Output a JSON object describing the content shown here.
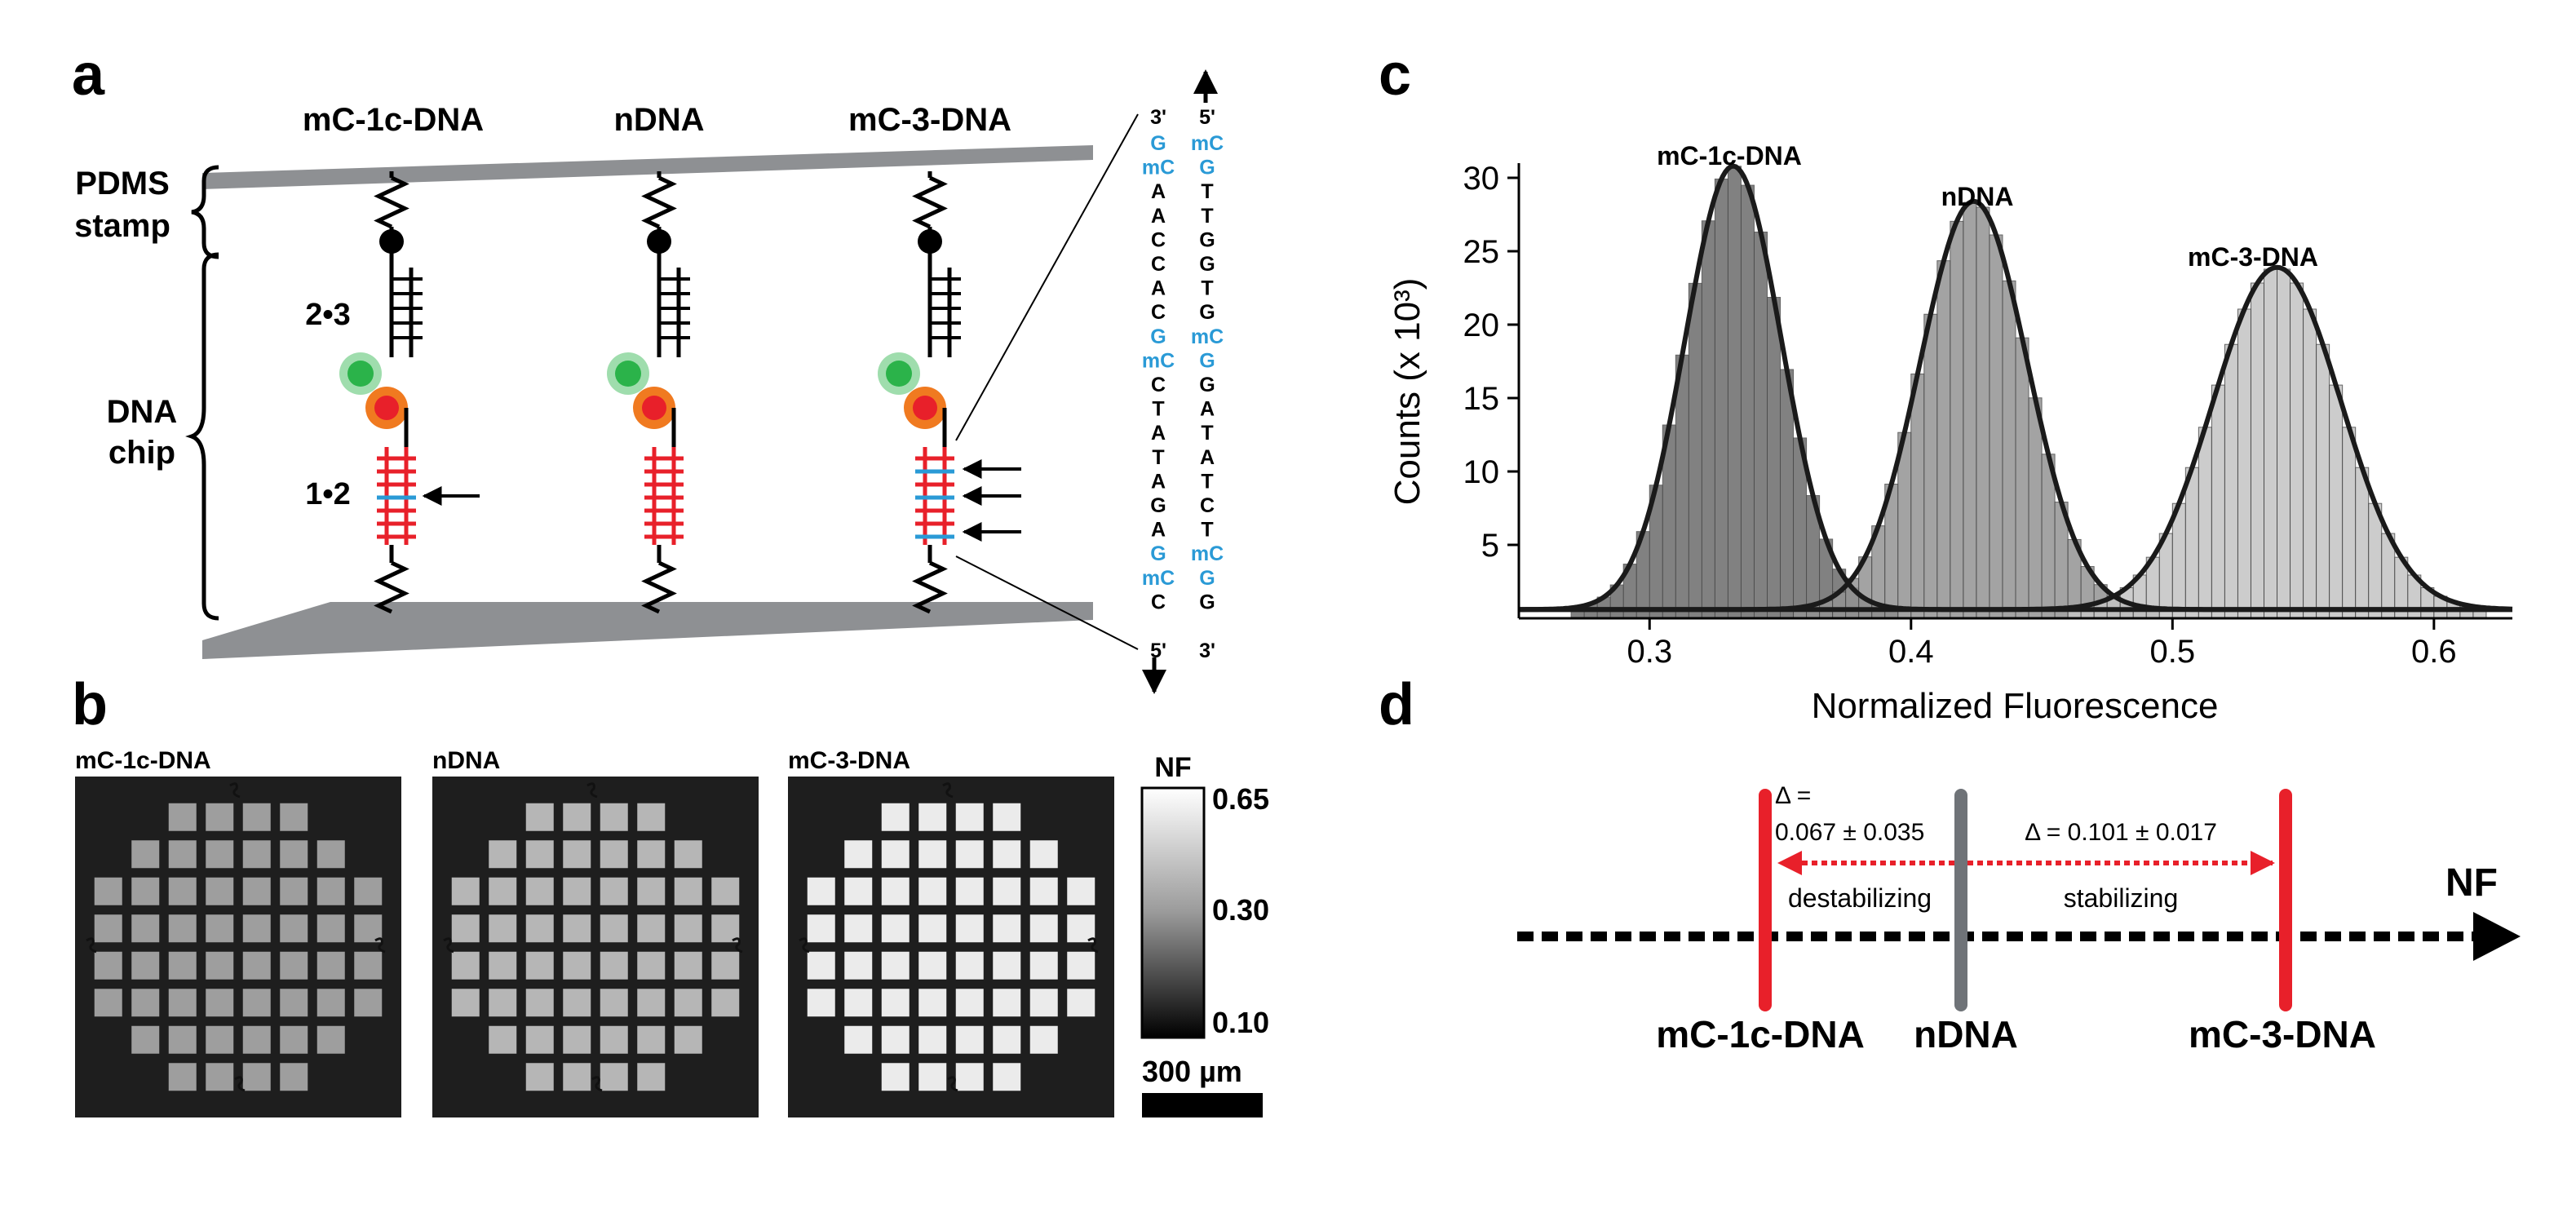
{
  "panel_a": {
    "letter": "a",
    "titles": [
      "mC-1c-DNA",
      "nDNA",
      "mC-3-DNA"
    ],
    "pdms_label_1": "PDMS",
    "pdms_label_2": "stamp",
    "chip_label_1": "DNA",
    "chip_label_2": "chip",
    "duplex_23": "2•3",
    "duplex_12": "1•2",
    "seq_left_top": "3'",
    "seq_right_top": "5'",
    "seq_left_bottom": "5'",
    "seq_right_bottom": "3'",
    "seq_left": [
      "G",
      "mC",
      "A",
      "A",
      "C",
      "C",
      "A",
      "C",
      "G",
      "mC",
      "C",
      "T",
      "A",
      "T",
      "A",
      "G",
      "A",
      "G",
      "mC",
      "C"
    ],
    "seq_right": [
      "mC",
      "G",
      "T",
      "T",
      "G",
      "G",
      "T",
      "G",
      "mC",
      "G",
      "G",
      "A",
      "T",
      "A",
      "T",
      "C",
      "T",
      "mC",
      "G",
      "G"
    ],
    "colors": {
      "highlight": "#2a9ad6",
      "red": "#e8202a",
      "green": "#2bb34a",
      "orange": "#f07a20",
      "plate": "#8e9093"
    }
  },
  "panel_b": {
    "letter": "b",
    "titles": [
      "mC-1c-DNA",
      "nDNA",
      "mC-3-DNA"
    ],
    "colorbar_title": "NF",
    "colorbar_ticks": [
      "0.65",
      "0.30",
      "0.10"
    ],
    "scalebar": "300 µm"
  },
  "panel_c": {
    "letter": "c",
    "labels": [
      "mC-1c-DNA",
      "nDNA",
      "mC-3-DNA"
    ]
  },
  "chart_data": {
    "type": "bar",
    "title": "",
    "xlabel": "Normalized Fluorescence",
    "ylabel": "Counts  (x 10³)",
    "xlim": [
      0.25,
      0.63
    ],
    "ylim": [
      0,
      31
    ],
    "xticks": [
      0.3,
      0.4,
      0.5,
      0.6
    ],
    "yticks": [
      5,
      10,
      15,
      20,
      25,
      30
    ],
    "bin_width": 0.005,
    "series": [
      {
        "name": "mC-1c-DNA",
        "mean": 0.332,
        "sd": 0.0185,
        "peak": 30.2,
        "color": "#6c6c6c"
      },
      {
        "name": "nDNA",
        "mean": 0.424,
        "sd": 0.0205,
        "peak": 27.8,
        "color": "#939393"
      },
      {
        "name": "mC-3-DNA",
        "mean": 0.54,
        "sd": 0.0245,
        "peak": 23.3,
        "color": "#c4c4c4"
      }
    ]
  },
  "panel_d": {
    "letter": "d",
    "axis_label": "NF",
    "delta_left_1": "Δ =",
    "delta_left_2": "0.067 ± 0.035",
    "delta_right": "Δ = 0.101 ± 0.017",
    "left_caption": "destabilizing",
    "right_caption": "stabilizing",
    "markers": [
      "mC-1c-DNA",
      "nDNA",
      "mC-3-DNA"
    ],
    "colors": {
      "red": "#e8202a",
      "gray": "#6f7378"
    }
  }
}
